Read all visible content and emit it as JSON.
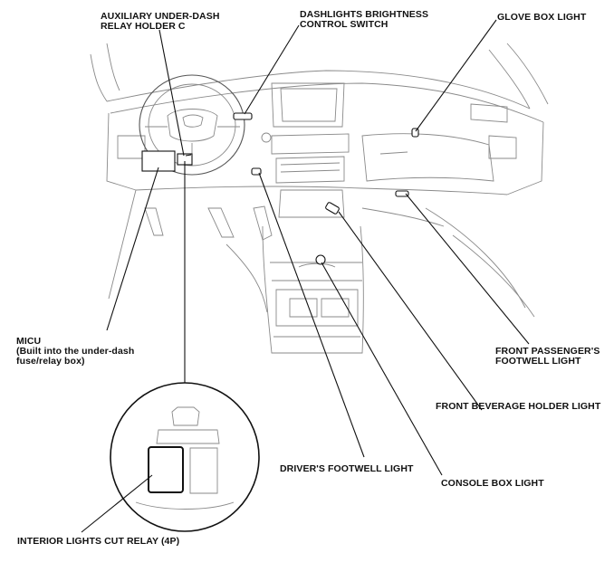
{
  "labels": {
    "aux_relay": "AUXILIARY UNDER-DASH\nRELAY HOLDER C",
    "dash_switch": "DASHLIGHTS BRIGHTNESS\nCONTROL SWITCH",
    "glove_box": "GLOVE BOX LIGHT",
    "micu": "MICU\n(Built into the under-dash\nfuse/relay box)",
    "front_passenger": "FRONT PASSENGER'S\nFOOTWELL LIGHT",
    "front_beverage": "FRONT BEVERAGE HOLDER LIGHT",
    "drivers_footwell": "DRIVER'S FOOTWELL LIGHT",
    "console_box": "CONSOLE BOX LIGHT",
    "interior_relay": "INTERIOR LIGHTS CUT RELAY (4P)"
  }
}
